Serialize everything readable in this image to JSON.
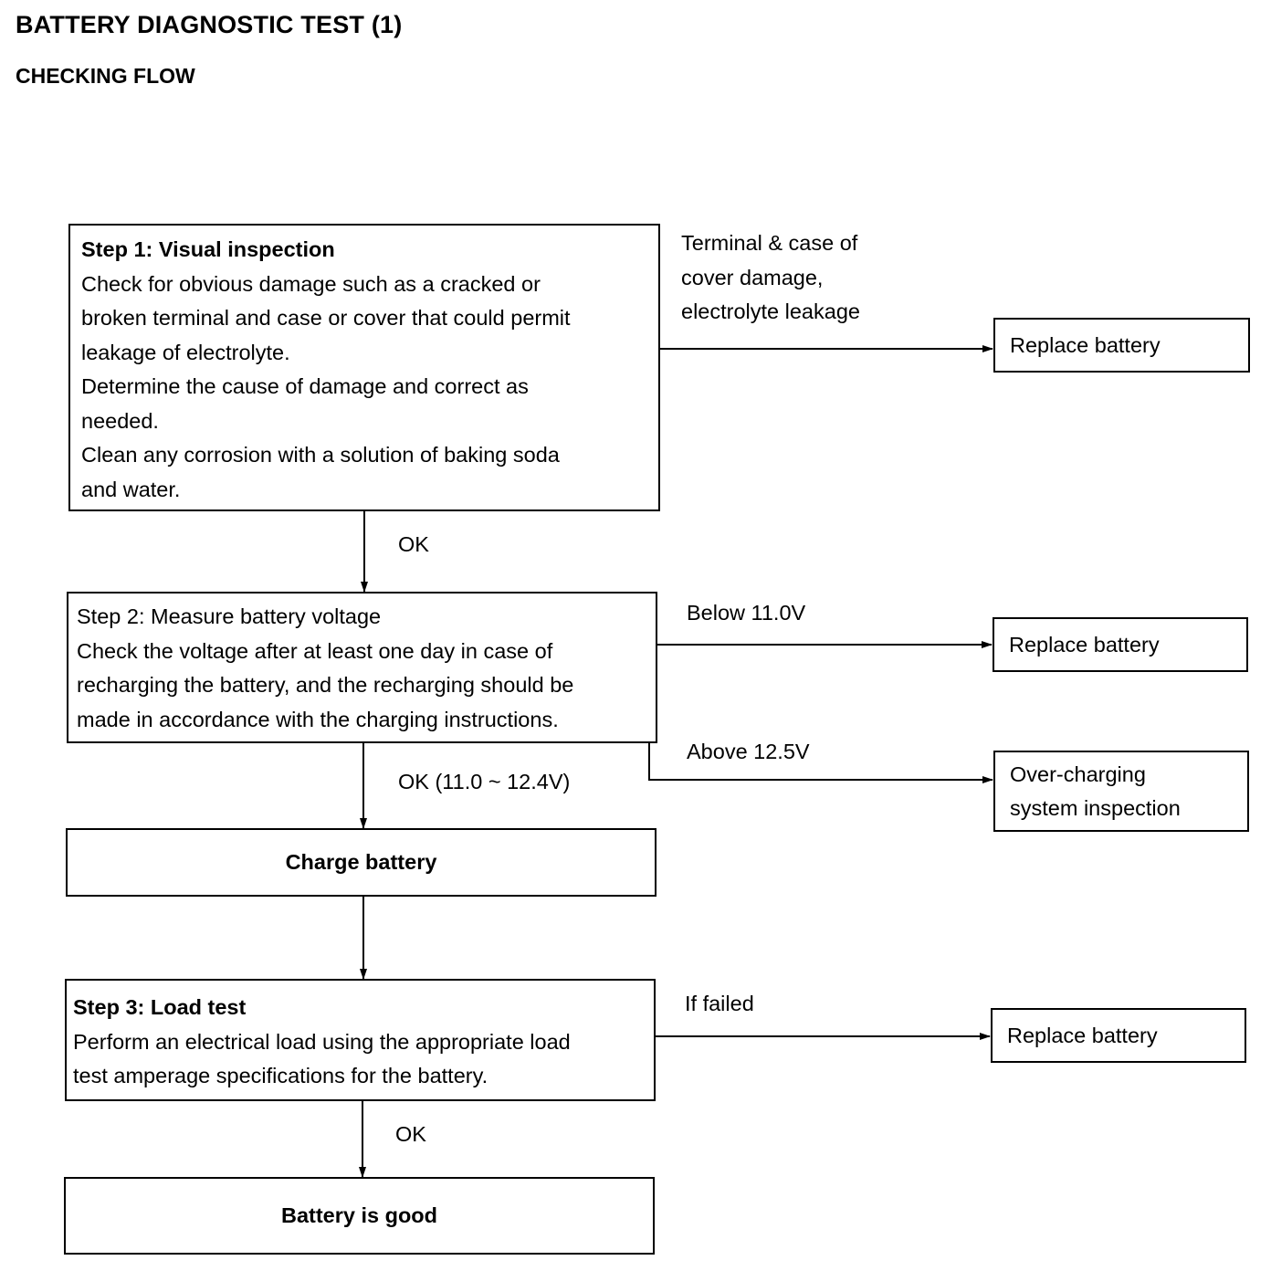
{
  "page": {
    "title": "BATTERY DIAGNOSTIC TEST (1)",
    "subtitle": "CHECKING FLOW"
  },
  "step1": {
    "heading": "Step 1: Visual inspection",
    "lines": [
      "Check for obvious damage such as a cracked or",
      "broken terminal and case or cover that could permit",
      "leakage of electrolyte.",
      "Determine the cause of damage and correct as",
      "needed.",
      "Clean any corrosion with a solution of baking soda",
      "and water."
    ],
    "fail_condition": [
      "Terminal & case of",
      "cover damage,",
      "electrolyte leakage"
    ],
    "fail_action": "Replace battery",
    "ok_label": "OK"
  },
  "step2": {
    "heading": "Step 2: Measure battery voltage",
    "lines": [
      "Check the voltage after at least one day in case of",
      "recharging the battery, and the recharging should be",
      "made in accordance with the charging instructions."
    ],
    "below_condition": "Below 11.0V",
    "below_action": "Replace battery",
    "above_condition": "Above 12.5V",
    "above_action_lines": [
      "Over-charging",
      "system inspection"
    ],
    "ok_label": "OK (11.0 ~ 12.4V)"
  },
  "charge": {
    "label": "Charge battery"
  },
  "step3": {
    "heading": "Step 3: Load test",
    "lines": [
      "Perform an electrical load using the appropriate load",
      "test amperage specifications for the battery."
    ],
    "fail_condition": "If failed",
    "fail_action": "Replace battery",
    "ok_label": "OK"
  },
  "result": {
    "label": "Battery is good"
  }
}
